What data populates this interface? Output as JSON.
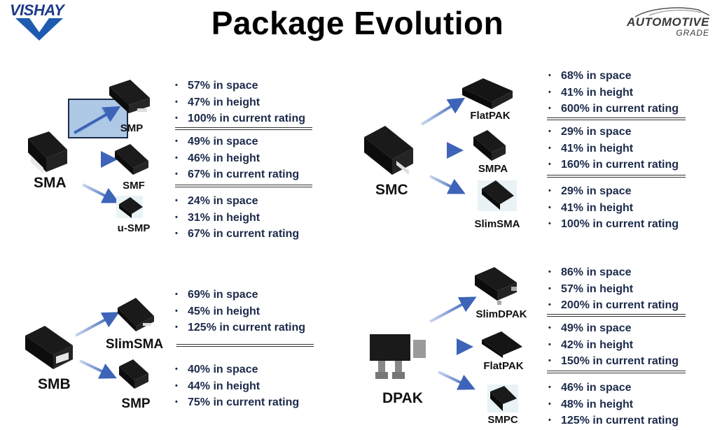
{
  "header": {
    "title": "Package Evolution",
    "brand": "VISHAY",
    "badge_line1": "AUTOMOTIVE",
    "badge_line2": "GRADE"
  },
  "groups": {
    "sma": {
      "label": "SMA",
      "items": [
        {
          "name": "SMP",
          "stats": [
            "57% in space",
            "47% in height",
            "100% in current rating"
          ]
        },
        {
          "name": "SMF",
          "stats": [
            "49% in space",
            "46% in height",
            "67% in current rating"
          ]
        },
        {
          "name": "u-SMP",
          "stats": [
            "24% in space",
            "31% in height",
            "67% in current rating"
          ]
        }
      ]
    },
    "smc": {
      "label": "SMC",
      "items": [
        {
          "name": "FlatPAK",
          "stats": [
            "68% in space",
            "41% in height",
            "600% in current rating"
          ]
        },
        {
          "name": "SMPA",
          "stats": [
            "29% in space",
            "41% in height",
            "160% in current rating"
          ]
        },
        {
          "name": "SlimSMA",
          "stats": [
            "29% in space",
            "41% in height",
            "100% in current rating"
          ]
        }
      ]
    },
    "smb": {
      "label": "SMB",
      "items": [
        {
          "name": "SlimSMA",
          "stats": [
            "69% in space",
            "45% in height",
            "125% in current rating"
          ]
        },
        {
          "name": "SMP",
          "stats": [
            "40% in space",
            "44% in height",
            "75% in current rating"
          ]
        }
      ]
    },
    "dpak": {
      "label": "DPAK",
      "items": [
        {
          "name": "SlimDPAK",
          "stats": [
            "86% in space",
            "57% in height",
            "200% in current rating"
          ]
        },
        {
          "name": "FlatPAK",
          "stats": [
            "49% in space",
            "42% in height",
            "150% in current rating"
          ]
        },
        {
          "name": "SMPC",
          "stats": [
            "46% in space",
            "48% in height",
            "125% in current rating"
          ]
        }
      ]
    }
  },
  "colors": {
    "text_navy": "#1b2a4a",
    "arrow_blue": "#4a72c4",
    "brand_blue": "#1e3a8a",
    "chip_black": "#111111",
    "selection_fill": "#9fbfe0"
  }
}
